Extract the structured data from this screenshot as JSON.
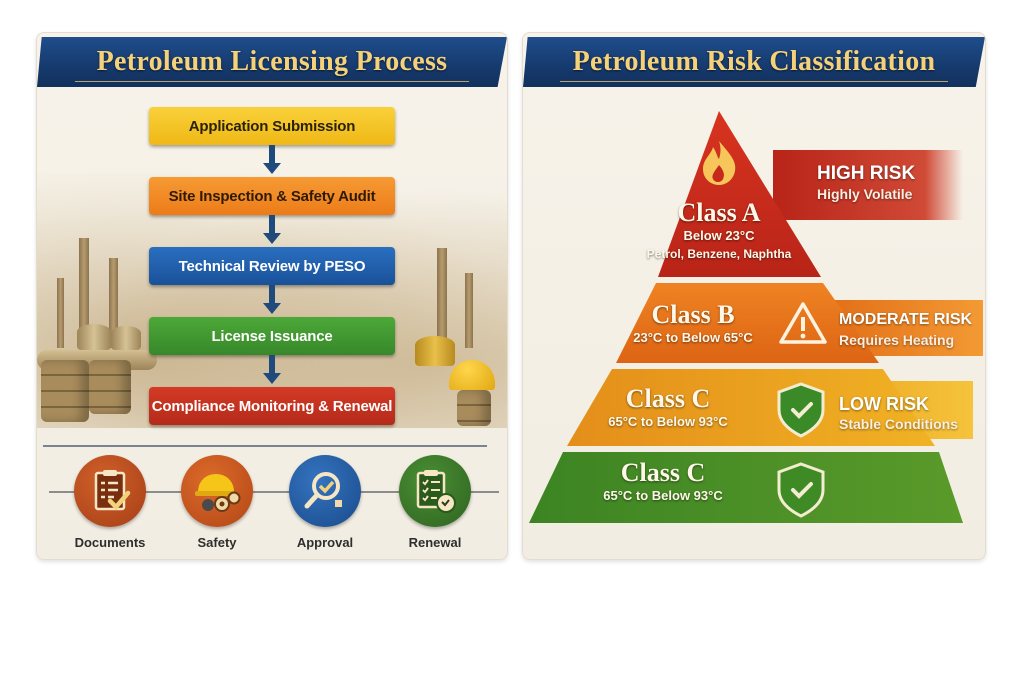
{
  "left_panel": {
    "title": "Petroleum Licensing Process",
    "steps": [
      {
        "label": "Application Submission",
        "color": "#f5c21f",
        "text_color": "#2a2209"
      },
      {
        "label": "Site Inspection & Safety Audit",
        "color": "#f18a22",
        "text_color": "#2e1a06"
      },
      {
        "label": "Technical Review by PESO",
        "color": "#1f5fae",
        "text_color": "#ffffff"
      },
      {
        "label": "License Issuance",
        "color": "#3f9a2c",
        "text_color": "#ffffff"
      },
      {
        "label": "Compliance Monitoring & Renewal",
        "color": "#c7301f",
        "text_color": "#ffffff"
      }
    ],
    "icons": [
      {
        "label": "Documents",
        "icon": "clipboard-check-icon",
        "color": "#b94a1c"
      },
      {
        "label": "Safety",
        "icon": "hard-hat-gears-icon",
        "color": "#c9561e"
      },
      {
        "label": "Approval",
        "icon": "magnifier-check-icon",
        "color": "#245aa0"
      },
      {
        "label": "Renewal",
        "icon": "clipboard-clock-icon",
        "color": "#3c7a2a"
      }
    ]
  },
  "right_panel": {
    "title": "Petroleum Risk Classification",
    "tiers": [
      {
        "class": "Class A",
        "range": "Below 23°C",
        "examples": "Petrol, Benzene, Naphtha",
        "icon": "flame-icon",
        "color": "#c8281c",
        "risk": "HIGH RISK",
        "risk_desc": "Highly Volatile"
      },
      {
        "class": "Class B",
        "range": "23°C to Below 65°C",
        "icon": "warning-triangle-icon",
        "color": "#e8701a",
        "risk": "MODERATE RISK",
        "risk_desc": "Requires Heating"
      },
      {
        "class": "Class C",
        "range": "65°C to Below 93°C",
        "icon": "shield-check-icon",
        "color": "#eba21c",
        "risk": "LOW RISK",
        "risk_desc": "Stable Conditions"
      },
      {
        "class": "Class C",
        "range": "65°C to Below 93°C",
        "icon": "shield-check-icon",
        "color": "#4a8f26"
      }
    ]
  }
}
